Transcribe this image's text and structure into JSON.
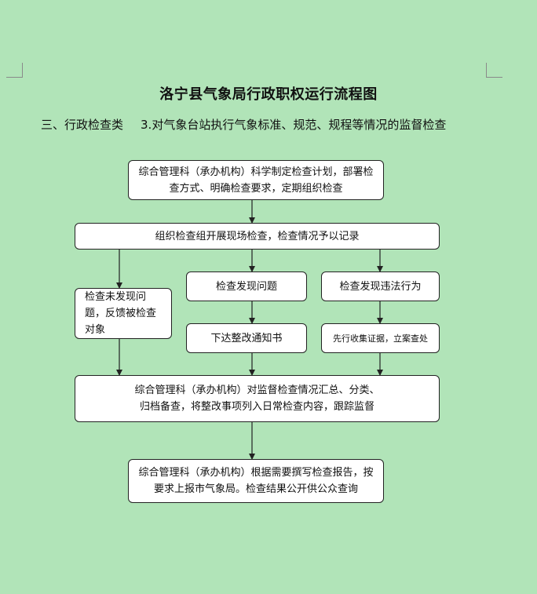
{
  "title": "洛宁县气象局行政职权运行流程图",
  "subtitle": {
    "category": "三、行政检查类",
    "item": "3.对气象台站执行气象标准、规范、规程等情况的监督检查"
  },
  "steps": {
    "plan": "综合管理科（承办机构）科学制定检查计划，部署检查方式、明确检查要求，定期组织检查",
    "inspect": "组织检查组开展现场检查，检查情况予以记录",
    "no_issue": "检查未发现问题，反馈被检查对象",
    "issue_found": "检查发现问题",
    "rectify_notice": "下达整改通知书",
    "violation_found": "检查发现违法行为",
    "evidence": "先行收集证据，立案查处",
    "summary": "综合管理科（承办机构）对监督检查情况汇总、分类、归档备查，将整改事项列入日常检查内容，跟踪监督",
    "report": "综合管理科（承办机构）根据需要撰写检查报告，按要求上报市气象局。检查结果公开供公众查询"
  },
  "colors": {
    "background": "#b1e4b8",
    "box_fill": "#ffffff",
    "line": "#222222"
  }
}
